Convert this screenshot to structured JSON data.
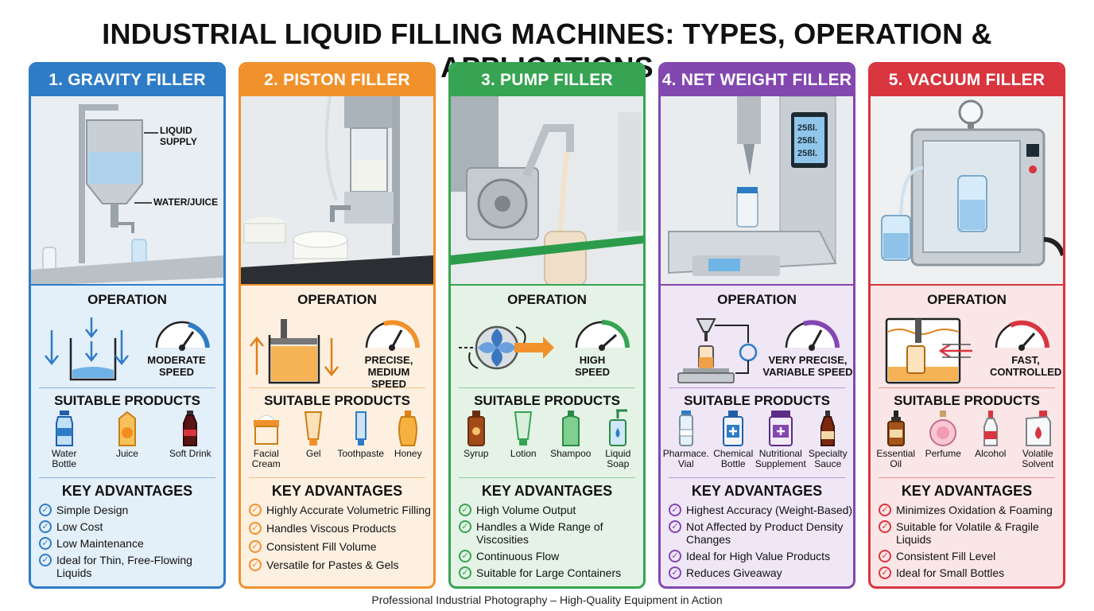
{
  "title": "INDUSTRIAL LIQUID FILLING MACHINES: TYPES, OPERATION & APPLICATIONS",
  "footer": "Professional Industrial Photography – High-Quality Equipment in Action",
  "colors": {
    "gravity": "#2e7cc6",
    "piston": "#f1912b",
    "pump": "#36a452",
    "netweight": "#8347b0",
    "vacuum": "#d8353f"
  },
  "section_labels": {
    "operation": "OPERATION",
    "products": "SUITABLE PRODUCTS",
    "advantages": "KEY ADVANTAGES"
  },
  "cards": [
    {
      "id": "gravity",
      "header": "1. GRAVITY FILLER",
      "photo_labels": [
        "LIQUID SUPPLY",
        "WATER/JUICE"
      ],
      "speed": "MODERATE SPEED",
      "products": [
        {
          "label": "Water Bottle",
          "icon": "water-bottle-icon"
        },
        {
          "label": "Juice",
          "icon": "juice-carton-icon"
        },
        {
          "label": "Soft Drink",
          "icon": "soda-bottle-icon"
        }
      ],
      "advantages": [
        "Simple Design",
        "Low Cost",
        "Low Maintenance",
        "Ideal for Thin, Free-Flowing Liquids"
      ]
    },
    {
      "id": "piston",
      "header": "2. PISTON FILLER",
      "speed": "PRECISE, MEDIUM SPEED",
      "products": [
        {
          "label": "Facial Cream",
          "icon": "cream-jar-icon"
        },
        {
          "label": "Gel",
          "icon": "gel-tube-icon"
        },
        {
          "label": "Toothpaste",
          "icon": "toothpaste-icon"
        },
        {
          "label": "Honey",
          "icon": "honey-bottle-icon"
        }
      ],
      "advantages": [
        "Highly Accurate Volumetric Filling",
        "Handles Viscous Products",
        "Consistent Fill Volume",
        "Versatile for Pastes & Gels"
      ]
    },
    {
      "id": "pump",
      "header": "3. PUMP FILLER",
      "speed": "HIGH SPEED",
      "products": [
        {
          "label": "Syrup",
          "icon": "syrup-bottle-icon"
        },
        {
          "label": "Lotion",
          "icon": "lotion-tube-icon"
        },
        {
          "label": "Shampoo",
          "icon": "shampoo-bottle-icon"
        },
        {
          "label": "Liquid Soap",
          "icon": "soap-pump-icon"
        }
      ],
      "advantages": [
        "High Volume Output",
        "Handles a Wide Range of Viscosities",
        "Continuous Flow",
        "Suitable for Large Containers"
      ]
    },
    {
      "id": "netweight",
      "header": "4. NET WEIGHT FILLER",
      "speed": "VERY PRECISE, VARIABLE SPEED",
      "scale_readings": [
        "25ßl.",
        "25ßl.",
        "25ßl."
      ],
      "products": [
        {
          "label": "Pharmace. Vial",
          "icon": "vial-icon"
        },
        {
          "label": "Chemical Bottle",
          "icon": "chemical-bottle-icon"
        },
        {
          "label": "Nutritional Supplement",
          "icon": "supplement-jar-icon"
        },
        {
          "label": "Specialty Sauce",
          "icon": "sauce-bottle-icon"
        }
      ],
      "advantages": [
        "Highest Accuracy (Weight-Based)",
        "Not Affected by Product Density Changes",
        "Ideal for High Value Products",
        "Reduces Giveaway"
      ]
    },
    {
      "id": "vacuum",
      "header": "5. VACUUM FILLER",
      "speed": "FAST, CONTROLLED",
      "products": [
        {
          "label": "Essential Oil",
          "icon": "dropper-bottle-icon"
        },
        {
          "label": "Perfume",
          "icon": "perfume-bottle-icon"
        },
        {
          "label": "Alcohol",
          "icon": "alcohol-bottle-icon"
        },
        {
          "label": "Volatile Solvent",
          "icon": "solvent-jug-icon"
        }
      ],
      "advantages": [
        "Minimizes Oxidation & Foaming",
        "Suitable for Volatile & Fragile Liquids",
        "Consistent Fill Level",
        "Ideal for Small Bottles"
      ]
    }
  ]
}
